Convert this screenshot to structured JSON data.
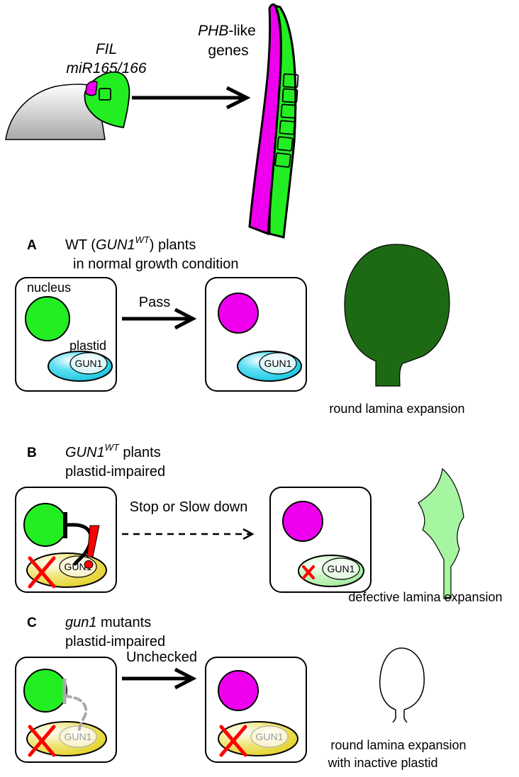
{
  "top": {
    "gene_line1": "FIL",
    "gene_line2": "miR165/166",
    "target_line1_italic": "PHB",
    "target_line1_rest": "-like",
    "target_line2": "genes"
  },
  "panel_a": {
    "letter": "A",
    "title_prefix": "WT (",
    "title_gene": "GUN1",
    "title_sup": "WT",
    "title_suffix": ") plants",
    "title_line2": "in normal growth condition",
    "nucleus_label": "nucleus",
    "plastid_label": "plastid",
    "gun1_left": "GUN1",
    "arrow_label": "Pass",
    "gun1_right": "GUN1",
    "leaf_caption": "round lamina expansion",
    "leaf_color": "#1e6a14"
  },
  "panel_b": {
    "letter": "B",
    "title_gene": "GUN1",
    "title_sup": "WT",
    "title_suffix": " plants",
    "title_line2": "plastid-impaired",
    "gun1_left": "GUN1",
    "arrow_label": "Stop or Slow down",
    "gun1_right": "GUN1",
    "leaf_caption": "defective lamina expansion",
    "leaf_color": "#a6f5a0"
  },
  "panel_c": {
    "letter": "C",
    "title_gene": "gun1",
    "title_suffix": " mutants",
    "title_line2": "plastid-impaired",
    "gun1_left": "GUN1",
    "arrow_label": "Unchecked",
    "gun1_right": "GUN1",
    "leaf_caption_line1": "round lamina expansion",
    "leaf_caption_line2": "with inactive plastid"
  },
  "colors": {
    "nucleus_green": "#22ee22",
    "nucleus_magenta": "#ee00ee",
    "plastid_cyan": "#22d2ea",
    "plastid_yellow": "#ead82a",
    "plastid_lightgreen": "#b6f2ae",
    "cross_red": "#ff0000"
  }
}
